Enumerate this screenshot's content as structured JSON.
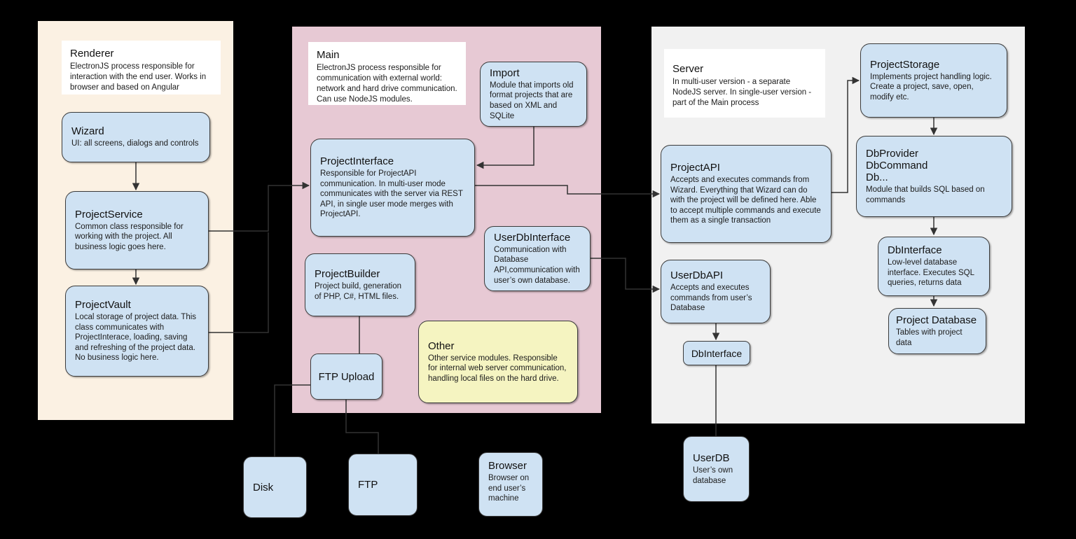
{
  "diagram": {
    "colors": {
      "background": "#000000",
      "panel_renderer": "#fbf1e3",
      "panel_main": "#e7c9d4",
      "panel_server": "#f1f1f1",
      "node_fill": "#cfe2f3",
      "node_border": "#3b3b3b",
      "note_fill": "#f5f4c1",
      "white_box": "#ffffff",
      "connector": "#333333",
      "text": "#1c1c1c"
    },
    "groups": {
      "renderer": {
        "title": "Renderer",
        "description": "ElectronJS process responsible for interaction with the end user. Works in browser and based on Angular"
      },
      "main": {
        "title": "Main",
        "description": "ElectronJS process responsible for communication with external world: network and hard drive communication. Can use NodeJS modules."
      },
      "server": {
        "title": "Server",
        "description": "In multi-user version - a separate NodeJS server. In single-user version - part of the Main process"
      }
    },
    "nodes": {
      "wizard": {
        "title": "Wizard",
        "description": "UI: all screens, dialogs and controls"
      },
      "project_service": {
        "title": "ProjectService",
        "description": "Common class responsible for working with the project. All business logic goes here."
      },
      "project_vault": {
        "title": "ProjectVault",
        "description": "Local storage of project data. This class communicates with ProjectInterace, loading, saving and refreshing of the project data. No business logic here."
      },
      "import": {
        "title": "Import",
        "description": "Module that imports old format projects that are based on XML and SQLite"
      },
      "project_interface": {
        "title": "ProjectInterface",
        "description": "Responsible for ProjectAPI communication. In multi-user mode communicates with the server via REST API, in single user mode merges with ProjectAPI."
      },
      "project_builder": {
        "title": "ProjectBuilder",
        "description": "Project build, generation of PHP, C#, HTML files."
      },
      "ftp_upload": {
        "title": "FTP Upload"
      },
      "user_db_interface": {
        "title": "UserDbInterface",
        "description": "Communication with Database API,communication with user’s own database."
      },
      "other": {
        "title": "Other",
        "description": "Other service modules. Responsible for internal web server communication, handling local files on the hard drive."
      },
      "project_api": {
        "title": "ProjectAPI",
        "description": "Accepts and executes commands from Wizard. Everything that Wizard can do with the project will be defined here. Able to accept multiple commands and execute them as a single transaction"
      },
      "user_db_api": {
        "title": "UserDbAPI",
        "description": "Accepts and executes commands from user’s Database"
      },
      "db_interface_server": {
        "title": "DbInterface"
      },
      "project_storage": {
        "title": "ProjectStorage",
        "description": "Implements project handling logic. Create a project, save, open, modify etc."
      },
      "db_provider": {
        "title_lines": [
          "DbProvider",
          "DbCommand",
          "Db..."
        ],
        "description": "Module that builds SQL based on commands"
      },
      "db_interface_low": {
        "title": "DbInterface",
        "description": "Low-level database interface. Executes SQL queries, returns data"
      },
      "project_database": {
        "title": "Project Database",
        "description": "Tables with project data"
      },
      "disk": {
        "title": "Disk"
      },
      "ftp": {
        "title": "FTP"
      },
      "browser": {
        "title": "Browser",
        "description": "Browser on end user’s machine"
      },
      "user_db": {
        "title": "UserDB",
        "description": "User’s own database"
      }
    }
  }
}
